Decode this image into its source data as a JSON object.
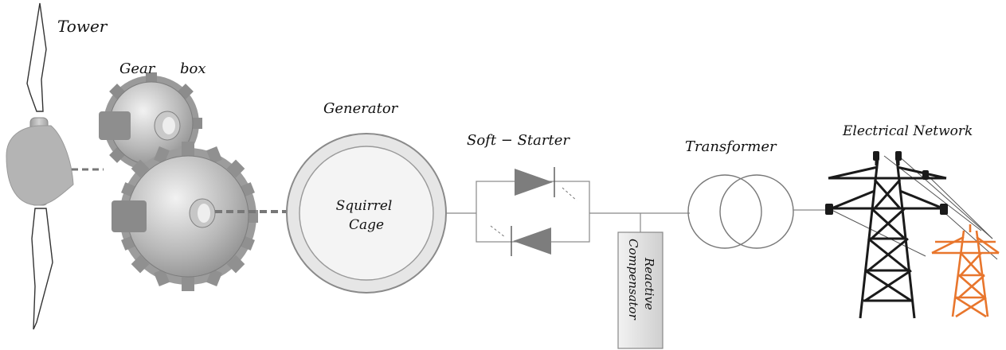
{
  "labels": {
    "tower": "Tower",
    "gear_word1": "Gear",
    "gear_word2": "box",
    "generator": "Generator",
    "squirrel_line1": "Squirrel",
    "squirrel_line2": "Cage",
    "soft_starter": "Soft − Starter",
    "reactive_line1": "Reactive",
    "reactive_line2": "Compensator",
    "transformer": "Transformer",
    "network": "Electrical Network"
  },
  "colors": {
    "turbine_gray": "#b4b4b4",
    "gear_gray": "#a7a7a7",
    "generator_fill": "#e6e6e6",
    "thyristor_gray": "#7d7d7d",
    "pylon_black": "#1a1a1a",
    "pylon_orange": "#e8762d",
    "line_gray": "#888888"
  }
}
